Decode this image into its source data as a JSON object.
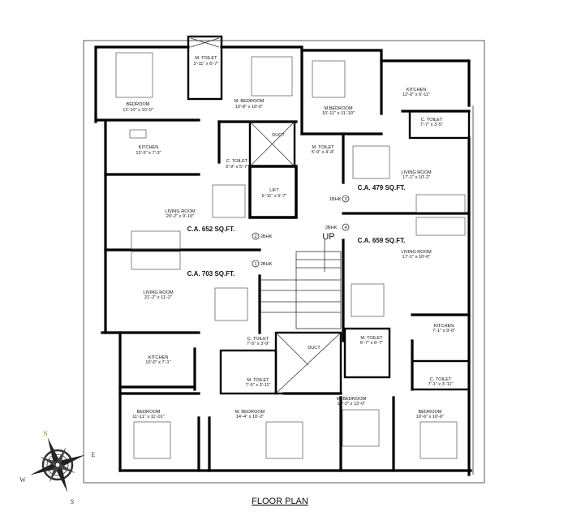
{
  "title": "FLOOR PLAN",
  "stair_label": "UP",
  "units": [
    {
      "number": "1",
      "type": "2BHK",
      "carpet_area": "C.A. 703 SQ.FT."
    },
    {
      "number": "2",
      "type": "2BHK",
      "carpet_area": "C.A. 652 SQ.FT."
    },
    {
      "number": "3",
      "type": "1BHK",
      "carpet_area": "C.A. 479 SQ.FT."
    },
    {
      "number": "4",
      "type": "2BHK",
      "carpet_area": "C.A. 659 SQ.FT."
    }
  ],
  "rooms": {
    "u2_bedroom": {
      "name": "BEDROOM",
      "size": "12'-10\" x 10'-0\""
    },
    "u2_mtoilet": {
      "name": "M. TOILET",
      "size": "3'-11\" x 6'-7\""
    },
    "u2_mbedroom": {
      "name": "M. BEDROOM",
      "size": "10'-8\" x 10'-0\""
    },
    "u2_kitchen": {
      "name": "KITCHEN",
      "size": "12'-5\" x 7'-3\""
    },
    "u2_ctoilet": {
      "name": "C. TOILET",
      "size": "3'-9\" x 5'-7\""
    },
    "u2_living": {
      "name": "LIVING ROOM",
      "size": "20'-2\" x 9'-10\""
    },
    "duct_top": {
      "name": "DUCT"
    },
    "lift": {
      "name": "LIFT",
      "size": "5'-11\" x 5'-7\""
    },
    "u3_mbedroom": {
      "name": "M.BEDROOM",
      "size": "10'-11\" x 11'-10\""
    },
    "u3_kitchen": {
      "name": "KITCHEN",
      "size": "12'-0\" x 6'-11\""
    },
    "u3_ctoilet": {
      "name": "C. TOILET",
      "size": "7'-7\" x 3'-5\""
    },
    "u3_mtoilet": {
      "name": "M. TOILET",
      "size": "5'-9\" x 4'-4\""
    },
    "u3_living": {
      "name": "LIVING ROOM",
      "size": "17'-1\" x 10'-2\""
    },
    "u4_living": {
      "name": "LIVING ROOM",
      "size": "17'-1\" x 10'-6\""
    },
    "u4_kitchen": {
      "name": "KITCHEN",
      "size": "7'-1\" x 9'-0\""
    },
    "u4_mtoilet": {
      "name": "M. TOILET",
      "size": "6'-7\" x 6'-7\""
    },
    "u4_ctoilet": {
      "name": "C. TOILET",
      "size": "7'-1\" x 3'-11\""
    },
    "u4_mbedroom": {
      "name": "M. BEDROOM",
      "size": "10'-2\" x 12'-0\""
    },
    "u4_bedroom": {
      "name": "BEDROOM",
      "size": "10'-6\" x 10'-6\""
    },
    "u1_living": {
      "name": "LIVING ROOM",
      "size": "21'-2\" x 11'-2\""
    },
    "u1_kitchen": {
      "name": "KITCHEN",
      "size": "10'-0\" x 7'-1\""
    },
    "u1_ctoilet": {
      "name": "C. TOILET",
      "size": "7'-5\" x 3'-9\""
    },
    "u1_mtoilet": {
      "name": "M. TOILET",
      "size": "7'-0\" x 3'-11\""
    },
    "u1_bedroom": {
      "name": "BEDROOM",
      "size": "11'-11\" x 11'-01\""
    },
    "u1_mbedroom": {
      "name": "M. BEDROOM",
      "size": "14'-4\" x 10'-2\""
    },
    "duct_bottom": {
      "name": "DUCT"
    }
  },
  "compass": {
    "n": "N",
    "e": "E",
    "s": "S",
    "w": "W",
    "n_color": "#b07a3a"
  }
}
